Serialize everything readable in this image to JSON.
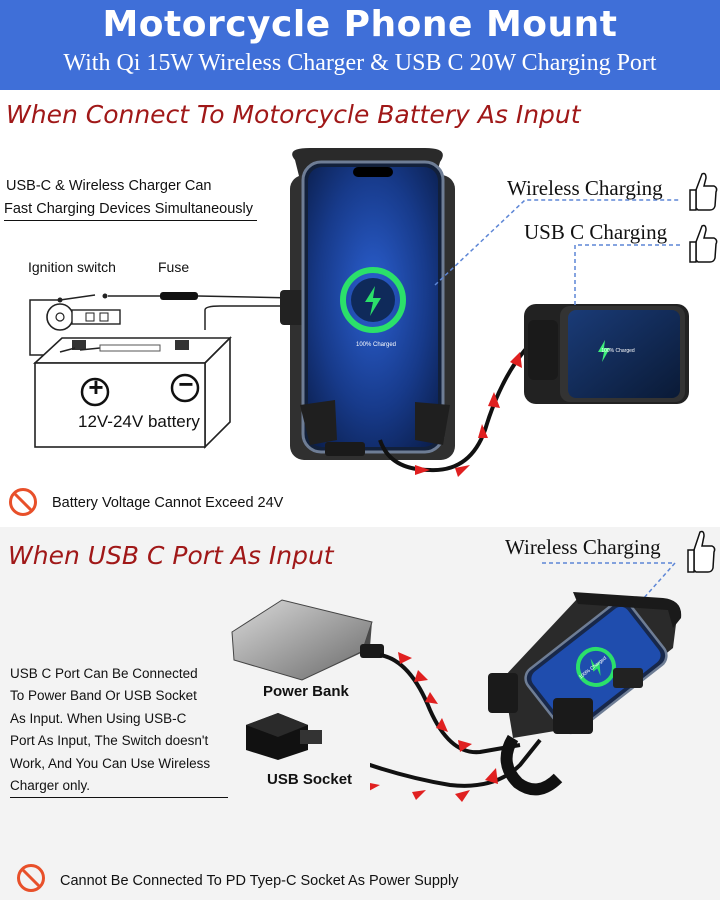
{
  "header": {
    "title": "Motorcycle Phone Mount",
    "subtitle": "With Qi 15W Wireless Charger & USB C 20W Charging Port",
    "color": "#3f6fd8"
  },
  "section1": {
    "title": "When Connect To Motorcycle Battery As Input",
    "note_line1": "USB-C & Wireless Charger Can",
    "note_line2": "Fast Charging Devices Simultaneously",
    "ignition_label": "Ignition switch",
    "fuse_label": "Fuse",
    "battery_label": "12V-24V battery",
    "battery_plus": "+",
    "battery_minus": "−",
    "wireless_label": "Wireless Charging",
    "usbc_label": "USB C Charging",
    "phone_status": "100% Charged",
    "phone2_status": "100% Charged",
    "warning": "Battery Voltage Cannot Exceed 24V"
  },
  "section2": {
    "title": "When USB C Port As Input",
    "wireless_label": "Wireless Charging",
    "desc_lines": [
      "USB C Port Can Be Connected",
      "To Power Band Or USB Socket",
      "As Input. When Using USB-C",
      "Port As Input, The Switch doesn't",
      "Work, And You Can Use Wireless",
      "Charger only."
    ],
    "power_bank_label": "Power Bank",
    "usb_socket_label": "USB Socket",
    "phone_status": "100% Charged",
    "warning": "Cannot Be Connected To PD Tyep-C Socket As Power Supply"
  },
  "colors": {
    "accent_red": "#a01818",
    "arrow_red": "#e02020",
    "charge_green": "#3ef07a"
  },
  "icons": [
    "no-symbol-icon",
    "thumbs-up-icon",
    "lightning-icon",
    "key-icon"
  ]
}
